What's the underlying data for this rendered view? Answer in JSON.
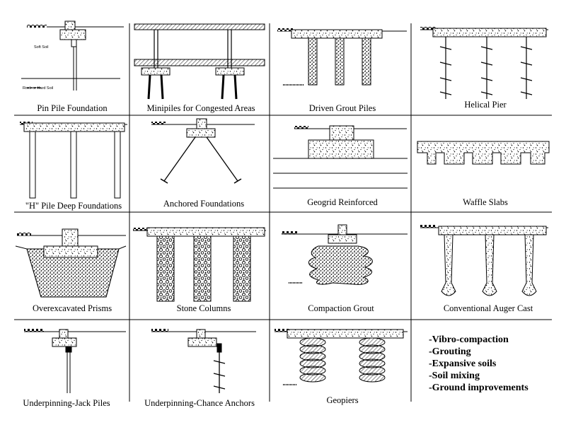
{
  "panels": [
    {
      "caption": "Pin Pile Foundation"
    },
    {
      "caption": "Minipiles for Congested Areas"
    },
    {
      "caption": "Driven Grout Piles"
    },
    {
      "caption": "Helical Pier"
    },
    {
      "caption": "\"H\" Pile Deep Foundations"
    },
    {
      "caption": "Anchored Foundations"
    },
    {
      "caption": "Geogrid Reinforced"
    },
    {
      "caption": "Waffle Slabs"
    },
    {
      "caption": "Overexcavated Prisms"
    },
    {
      "caption": "Stone Columns"
    },
    {
      "caption": "Compaction Grout"
    },
    {
      "caption": "Conventional Auger Cast"
    },
    {
      "caption": "Underpinning-Jack Piles"
    },
    {
      "caption": "Underpinning-Chance Anchors"
    },
    {
      "caption": "Geopiers"
    }
  ],
  "pin_pile_labels": {
    "soft_soil": "Soft Soil",
    "rock": "Rock or Hard Soil"
  },
  "other_methods": [
    "-Vibro-compaction",
    "-Grouting",
    "-Expansive soils",
    "-Soil mixing",
    "-Ground improvements"
  ]
}
